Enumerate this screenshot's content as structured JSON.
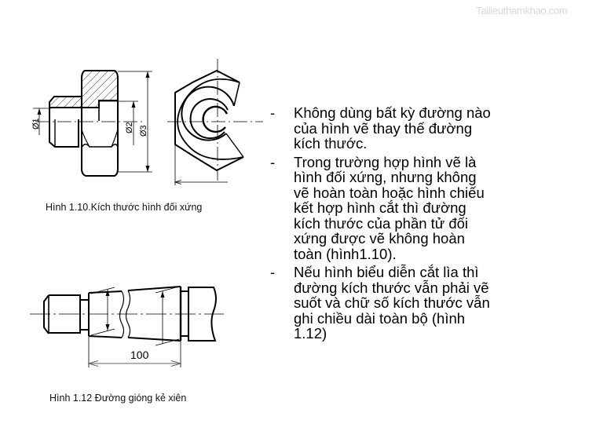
{
  "watermark": "Tailieuthamkhao.com",
  "figures": {
    "fig_1_10": {
      "caption": "Hình 1.10.Kích thước hình đối xứng",
      "labels": {
        "d1": "Ø1",
        "d2": "Ø2",
        "d3": "Ø3"
      }
    },
    "fig_1_12": {
      "caption": "Hình 1.12 Đường gióng kẻ xiên",
      "dimension_value": "100"
    }
  },
  "bullets": [
    {
      "dash": "-",
      "lines": [
        "Không dùng bất kỳ đường nào",
        "của hình vẽ thay thế đường",
        "kích thước."
      ]
    },
    {
      "dash": "-",
      "lines": [
        "Trong trường hợp hình vẽ là",
        "hình đối xứng, nhưng không",
        "vẽ hoàn toàn hoặc hình chiếu",
        "kết hợp hình cắt thì đường",
        "kích thước của phần tử đối",
        "xứng được vẽ không hoàn",
        "toàn (hình1.10)."
      ]
    },
    {
      "dash": "-",
      "lines": [
        "Nếu hình biểu diễn cắt lìa thì",
        "đường kích thước vẫn phải vẽ",
        "suốt và chữ số kích thước vẫn",
        "ghi chiều dài toàn bộ (hình",
        "1.12)"
      ]
    }
  ]
}
